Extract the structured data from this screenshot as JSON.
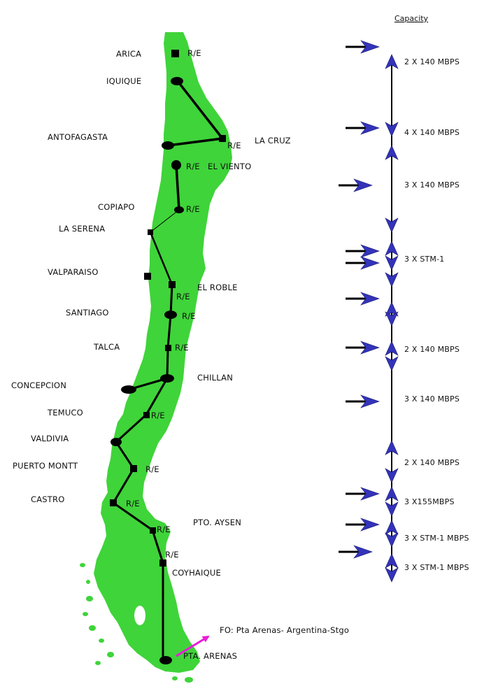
{
  "header": {
    "capacity_title": "Capacity"
  },
  "colors": {
    "land": "#3fd43a",
    "link": "#000000",
    "arrow": "#3333bb",
    "fiber": "#e81cd8"
  },
  "cities": [
    {
      "name": "ARICA",
      "marker": "square",
      "re": true
    },
    {
      "name": "IQUIQUE",
      "marker": "ellipse",
      "re": false
    },
    {
      "name": "LA CRUZ",
      "marker": "square",
      "re": true
    },
    {
      "name": "ANTOFAGASTA",
      "marker": "ellipse",
      "re": false
    },
    {
      "name": "EL VIENTO",
      "marker": "ellipse",
      "re": true
    },
    {
      "name": "COPIAPO",
      "marker": "ellipse",
      "re": true
    },
    {
      "name": "LA SERENA",
      "marker": "square",
      "re": false
    },
    {
      "name": "VALPARAISO",
      "marker": "square",
      "re": false
    },
    {
      "name": "EL ROBLE",
      "marker": "square",
      "re": true
    },
    {
      "name": "SANTIAGO",
      "marker": "ellipse",
      "re": true
    },
    {
      "name": "TALCA",
      "marker": "square",
      "re": true
    },
    {
      "name": "CHILLAN",
      "marker": "ellipse",
      "re": false
    },
    {
      "name": "CONCEPCION",
      "marker": "ellipse",
      "re": false
    },
    {
      "name": "TEMUCO",
      "marker": "square",
      "re": true
    },
    {
      "name": "VALDIVIA",
      "marker": "ellipse",
      "re": false
    },
    {
      "name": "PUERTO MONTT",
      "marker": "square",
      "re": true
    },
    {
      "name": "CASTRO",
      "marker": "square",
      "re": true
    },
    {
      "name": "PTO. AYSEN",
      "marker": "square",
      "re": true
    },
    {
      "name": "COYHAIQUE",
      "marker": "square",
      "re": true
    },
    {
      "name": "PTA. ARENAS",
      "marker": "ellipse",
      "re": false
    }
  ],
  "re_label": "R/E",
  "capacities": [
    {
      "label": "2 X 140 MBPS"
    },
    {
      "label": "4 X 140 MBPS"
    },
    {
      "label": "3 X 140 MBPS"
    },
    {
      "label": "3 X STM-1"
    },
    {
      "label": "2 X 140 MBPS"
    },
    {
      "label": "3 X 140 MBPS"
    },
    {
      "label": "2 X 140 MBPS"
    },
    {
      "label": "3 X155MBPS"
    },
    {
      "label": "3 X STM-1 MBPS"
    },
    {
      "label": "3 X STM-1 MBPS"
    }
  ],
  "fiber": {
    "label": "FO: Pta Arenas- Argentina-Stgo"
  }
}
